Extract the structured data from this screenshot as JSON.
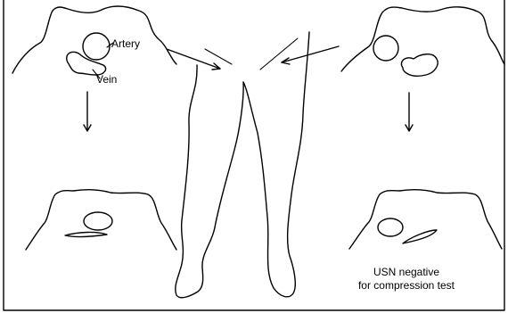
{
  "labels": {
    "artery": "Artery",
    "vein": "Vein",
    "caption_line1": "USN negative",
    "caption_line2": "for compression test"
  }
}
